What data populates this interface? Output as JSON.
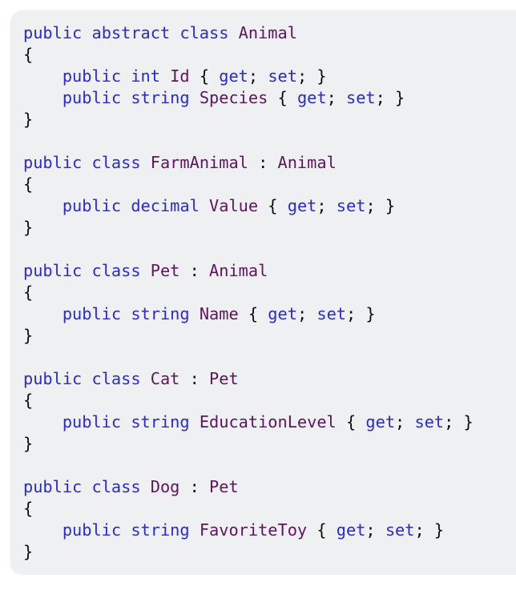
{
  "code_block": {
    "language": "csharp",
    "colors": {
      "background": "#eff0f1",
      "keyword": "#2a2bd0",
      "type_name": "#5d1562",
      "plain": "#0c0d0e"
    },
    "lines": [
      [
        [
          "kw",
          "public"
        ],
        [
          "pn",
          " "
        ],
        [
          "kw",
          "abstract"
        ],
        [
          "pn",
          " "
        ],
        [
          "kw",
          "class"
        ],
        [
          "pn",
          " "
        ],
        [
          "tp",
          "Animal"
        ]
      ],
      [
        [
          "pn",
          "{"
        ]
      ],
      [
        [
          "pn",
          "    "
        ],
        [
          "kw",
          "public"
        ],
        [
          "pn",
          " "
        ],
        [
          "kw",
          "int"
        ],
        [
          "pn",
          " "
        ],
        [
          "tp",
          "Id"
        ],
        [
          "pn",
          " { "
        ],
        [
          "kw",
          "get"
        ],
        [
          "pn",
          "; "
        ],
        [
          "kw",
          "set"
        ],
        [
          "pn",
          "; }"
        ]
      ],
      [
        [
          "pn",
          "    "
        ],
        [
          "kw",
          "public"
        ],
        [
          "pn",
          " "
        ],
        [
          "kw",
          "string"
        ],
        [
          "pn",
          " "
        ],
        [
          "tp",
          "Species"
        ],
        [
          "pn",
          " { "
        ],
        [
          "kw",
          "get"
        ],
        [
          "pn",
          "; "
        ],
        [
          "kw",
          "set"
        ],
        [
          "pn",
          "; }"
        ]
      ],
      [
        [
          "pn",
          "}"
        ]
      ],
      [],
      [
        [
          "kw",
          "public"
        ],
        [
          "pn",
          " "
        ],
        [
          "kw",
          "class"
        ],
        [
          "pn",
          " "
        ],
        [
          "tp",
          "FarmAnimal"
        ],
        [
          "pn",
          " : "
        ],
        [
          "tp",
          "Animal"
        ]
      ],
      [
        [
          "pn",
          "{"
        ]
      ],
      [
        [
          "pn",
          "    "
        ],
        [
          "kw",
          "public"
        ],
        [
          "pn",
          " "
        ],
        [
          "kw",
          "decimal"
        ],
        [
          "pn",
          " "
        ],
        [
          "tp",
          "Value"
        ],
        [
          "pn",
          " { "
        ],
        [
          "kw",
          "get"
        ],
        [
          "pn",
          "; "
        ],
        [
          "kw",
          "set"
        ],
        [
          "pn",
          "; }"
        ]
      ],
      [
        [
          "pn",
          "}"
        ]
      ],
      [],
      [
        [
          "kw",
          "public"
        ],
        [
          "pn",
          " "
        ],
        [
          "kw",
          "class"
        ],
        [
          "pn",
          " "
        ],
        [
          "tp",
          "Pet"
        ],
        [
          "pn",
          " : "
        ],
        [
          "tp",
          "Animal"
        ]
      ],
      [
        [
          "pn",
          "{"
        ]
      ],
      [
        [
          "pn",
          "    "
        ],
        [
          "kw",
          "public"
        ],
        [
          "pn",
          " "
        ],
        [
          "kw",
          "string"
        ],
        [
          "pn",
          " "
        ],
        [
          "tp",
          "Name"
        ],
        [
          "pn",
          " { "
        ],
        [
          "kw",
          "get"
        ],
        [
          "pn",
          "; "
        ],
        [
          "kw",
          "set"
        ],
        [
          "pn",
          "; }"
        ]
      ],
      [
        [
          "pn",
          "}"
        ]
      ],
      [],
      [
        [
          "kw",
          "public"
        ],
        [
          "pn",
          " "
        ],
        [
          "kw",
          "class"
        ],
        [
          "pn",
          " "
        ],
        [
          "tp",
          "Cat"
        ],
        [
          "pn",
          " : "
        ],
        [
          "tp",
          "Pet"
        ]
      ],
      [
        [
          "pn",
          "{"
        ]
      ],
      [
        [
          "pn",
          "    "
        ],
        [
          "kw",
          "public"
        ],
        [
          "pn",
          " "
        ],
        [
          "kw",
          "string"
        ],
        [
          "pn",
          " "
        ],
        [
          "tp",
          "EducationLevel"
        ],
        [
          "pn",
          " { "
        ],
        [
          "kw",
          "get"
        ],
        [
          "pn",
          "; "
        ],
        [
          "kw",
          "set"
        ],
        [
          "pn",
          "; }"
        ]
      ],
      [
        [
          "pn",
          "}"
        ]
      ],
      [],
      [
        [
          "kw",
          "public"
        ],
        [
          "pn",
          " "
        ],
        [
          "kw",
          "class"
        ],
        [
          "pn",
          " "
        ],
        [
          "tp",
          "Dog"
        ],
        [
          "pn",
          " : "
        ],
        [
          "tp",
          "Pet"
        ]
      ],
      [
        [
          "pn",
          "{"
        ]
      ],
      [
        [
          "pn",
          "    "
        ],
        [
          "kw",
          "public"
        ],
        [
          "pn",
          " "
        ],
        [
          "kw",
          "string"
        ],
        [
          "pn",
          " "
        ],
        [
          "tp",
          "FavoriteToy"
        ],
        [
          "pn",
          " { "
        ],
        [
          "kw",
          "get"
        ],
        [
          "pn",
          "; "
        ],
        [
          "kw",
          "set"
        ],
        [
          "pn",
          "; }"
        ]
      ],
      [
        [
          "pn",
          "}"
        ]
      ]
    ]
  }
}
